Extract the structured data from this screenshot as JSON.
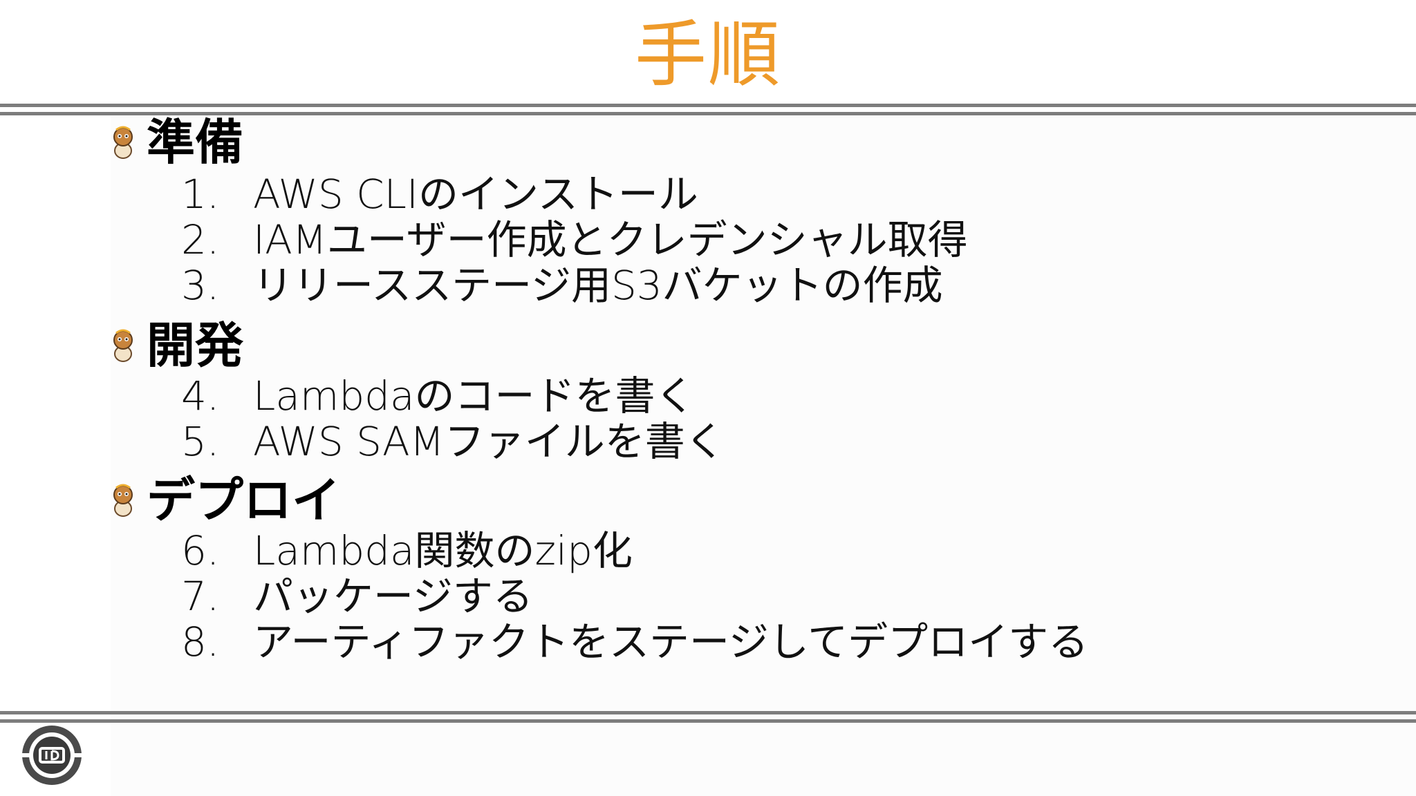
{
  "slide": {
    "title": "手順"
  },
  "sections": [
    {
      "label": "準備",
      "icon": "mascot-icon",
      "items": [
        {
          "num": "1.",
          "text": "AWS CLIのインストール"
        },
        {
          "num": "2.",
          "text": "IAMユーザー作成とクレデンシャル取得"
        },
        {
          "num": "3.",
          "text": "リリースステージ用S3バケットの作成"
        }
      ]
    },
    {
      "label": "開発",
      "icon": "mascot-icon",
      "items": [
        {
          "num": "4.",
          "text": "Lambdaのコードを書く"
        },
        {
          "num": "5.",
          "text": "AWS SAMファイルを書く"
        }
      ]
    },
    {
      "label": "デプロイ",
      "icon": "mascot-icon",
      "items": [
        {
          "num": "6.",
          "text": "Lambda関数のzip化"
        },
        {
          "num": "7.",
          "text": "パッケージする"
        },
        {
          "num": "8.",
          "text": "アーティファクトをステージしてデプロイする"
        }
      ]
    }
  ],
  "colors": {
    "title": "#ee9a2a",
    "rule": "#7d7d7d",
    "text": "#000000"
  },
  "footer": {
    "logo_icon": "circular-logo-icon"
  }
}
